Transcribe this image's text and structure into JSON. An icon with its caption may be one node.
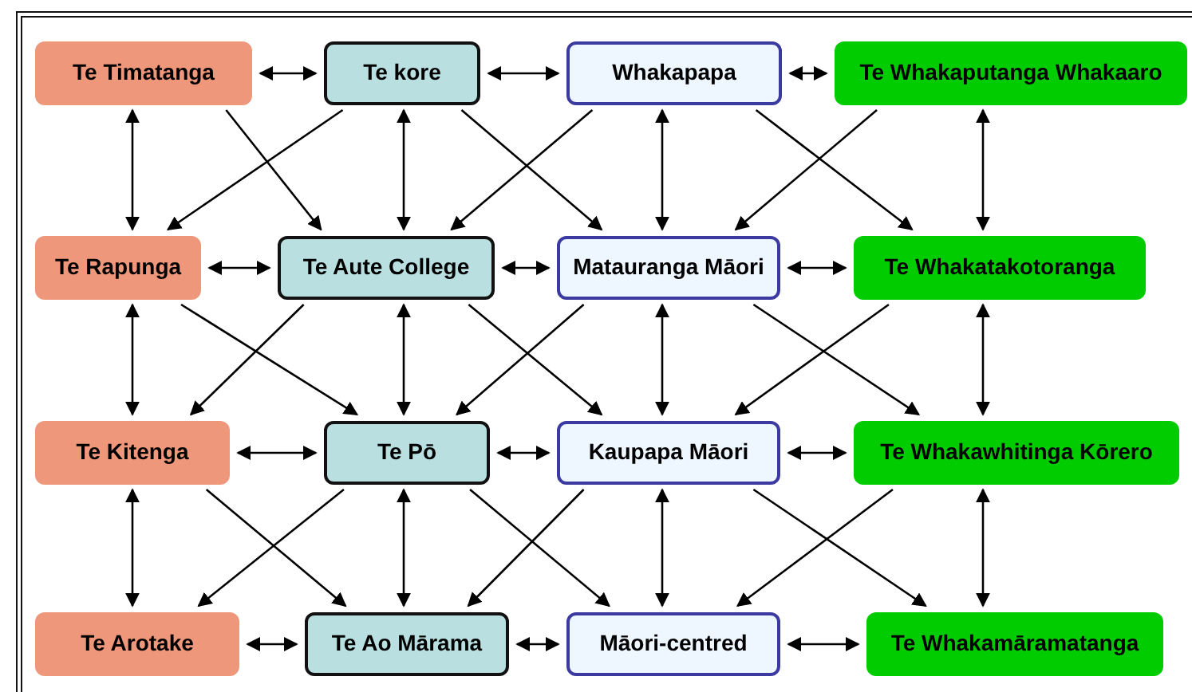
{
  "diagram": {
    "nodes": [
      {
        "text": [
          "Te Timatanga"
        ]
      },
      {
        "text": [
          "Te kore"
        ]
      },
      {
        "text": [
          "Whakapapa"
        ]
      },
      {
        "text": [
          "Te Whakaputanga Whakaaro"
        ]
      },
      {
        "text": [
          "Te Rapunga"
        ]
      },
      {
        "text": [
          "Te Aute College"
        ]
      },
      {
        "text": [
          "Matauranga Māori"
        ]
      },
      {
        "text": [
          "Te Whakatakotoranga"
        ]
      },
      {
        "text": [
          "Te Kitenga"
        ]
      },
      {
        "text": [
          "Te Pō"
        ]
      },
      {
        "text": [
          "Kaupapa Māori"
        ]
      },
      {
        "text": [
          "Te Whakawhitinga Kōrero"
        ]
      },
      {
        "text": [
          "Te Arotake"
        ]
      },
      {
        "text": [
          "Te Ao Mārama"
        ]
      },
      {
        "text": [
          "Māori-centred"
        ]
      },
      {
        "text": [
          "Te Whakamāramatanga"
        ]
      }
    ],
    "edges": [
      {
        "from": 0,
        "to": 1,
        "arrow": "both"
      },
      {
        "from": 1,
        "to": 2,
        "arrow": "both"
      },
      {
        "from": 2,
        "to": 3,
        "arrow": "both"
      },
      {
        "from": 4,
        "to": 5,
        "arrow": "both"
      },
      {
        "from": 5,
        "to": 6,
        "arrow": "both"
      },
      {
        "from": 6,
        "to": 7,
        "arrow": "both"
      },
      {
        "from": 8,
        "to": 9,
        "arrow": "both"
      },
      {
        "from": 9,
        "to": 10,
        "arrow": "both"
      },
      {
        "from": 10,
        "to": 11,
        "arrow": "both"
      },
      {
        "from": 12,
        "to": 13,
        "arrow": "both"
      },
      {
        "from": 13,
        "to": 14,
        "arrow": "both"
      },
      {
        "from": 14,
        "to": 15,
        "arrow": "both"
      },
      {
        "from": 0,
        "to": 4,
        "arrow": "both"
      },
      {
        "from": 1,
        "to": 5,
        "arrow": "both"
      },
      {
        "from": 2,
        "to": 6,
        "arrow": "both"
      },
      {
        "from": 3,
        "to": 7,
        "arrow": "both"
      },
      {
        "from": 4,
        "to": 8,
        "arrow": "both"
      },
      {
        "from": 5,
        "to": 9,
        "arrow": "both"
      },
      {
        "from": 6,
        "to": 10,
        "arrow": "both"
      },
      {
        "from": 7,
        "to": 11,
        "arrow": "both"
      },
      {
        "from": 8,
        "to": 12,
        "arrow": "both"
      },
      {
        "from": 9,
        "to": 13,
        "arrow": "both"
      },
      {
        "from": 10,
        "to": 14,
        "arrow": "both"
      },
      {
        "from": 11,
        "to": 15,
        "arrow": "both"
      },
      {
        "from": 0,
        "to": 5,
        "arrow": "to"
      },
      {
        "from": 1,
        "to": 4,
        "arrow": "to"
      },
      {
        "from": 1,
        "to": 6,
        "arrow": "to"
      },
      {
        "from": 2,
        "to": 5,
        "arrow": "to"
      },
      {
        "from": 2,
        "to": 7,
        "arrow": "to"
      },
      {
        "from": 3,
        "to": 6,
        "arrow": "to"
      },
      {
        "from": 4,
        "to": 9,
        "arrow": "to"
      },
      {
        "from": 5,
        "to": 8,
        "arrow": "to"
      },
      {
        "from": 5,
        "to": 10,
        "arrow": "to"
      },
      {
        "from": 6,
        "to": 9,
        "arrow": "to"
      },
      {
        "from": 6,
        "to": 11,
        "arrow": "to"
      },
      {
        "from": 7,
        "to": 10,
        "arrow": "to"
      },
      {
        "from": 8,
        "to": 13,
        "arrow": "to"
      },
      {
        "from": 9,
        "to": 12,
        "arrow": "to"
      },
      {
        "from": 9,
        "to": 14,
        "arrow": "to"
      },
      {
        "from": 10,
        "to": 13,
        "arrow": "to"
      },
      {
        "from": 10,
        "to": 15,
        "arrow": "to"
      },
      {
        "from": 11,
        "to": 14,
        "arrow": "to"
      }
    ]
  }
}
